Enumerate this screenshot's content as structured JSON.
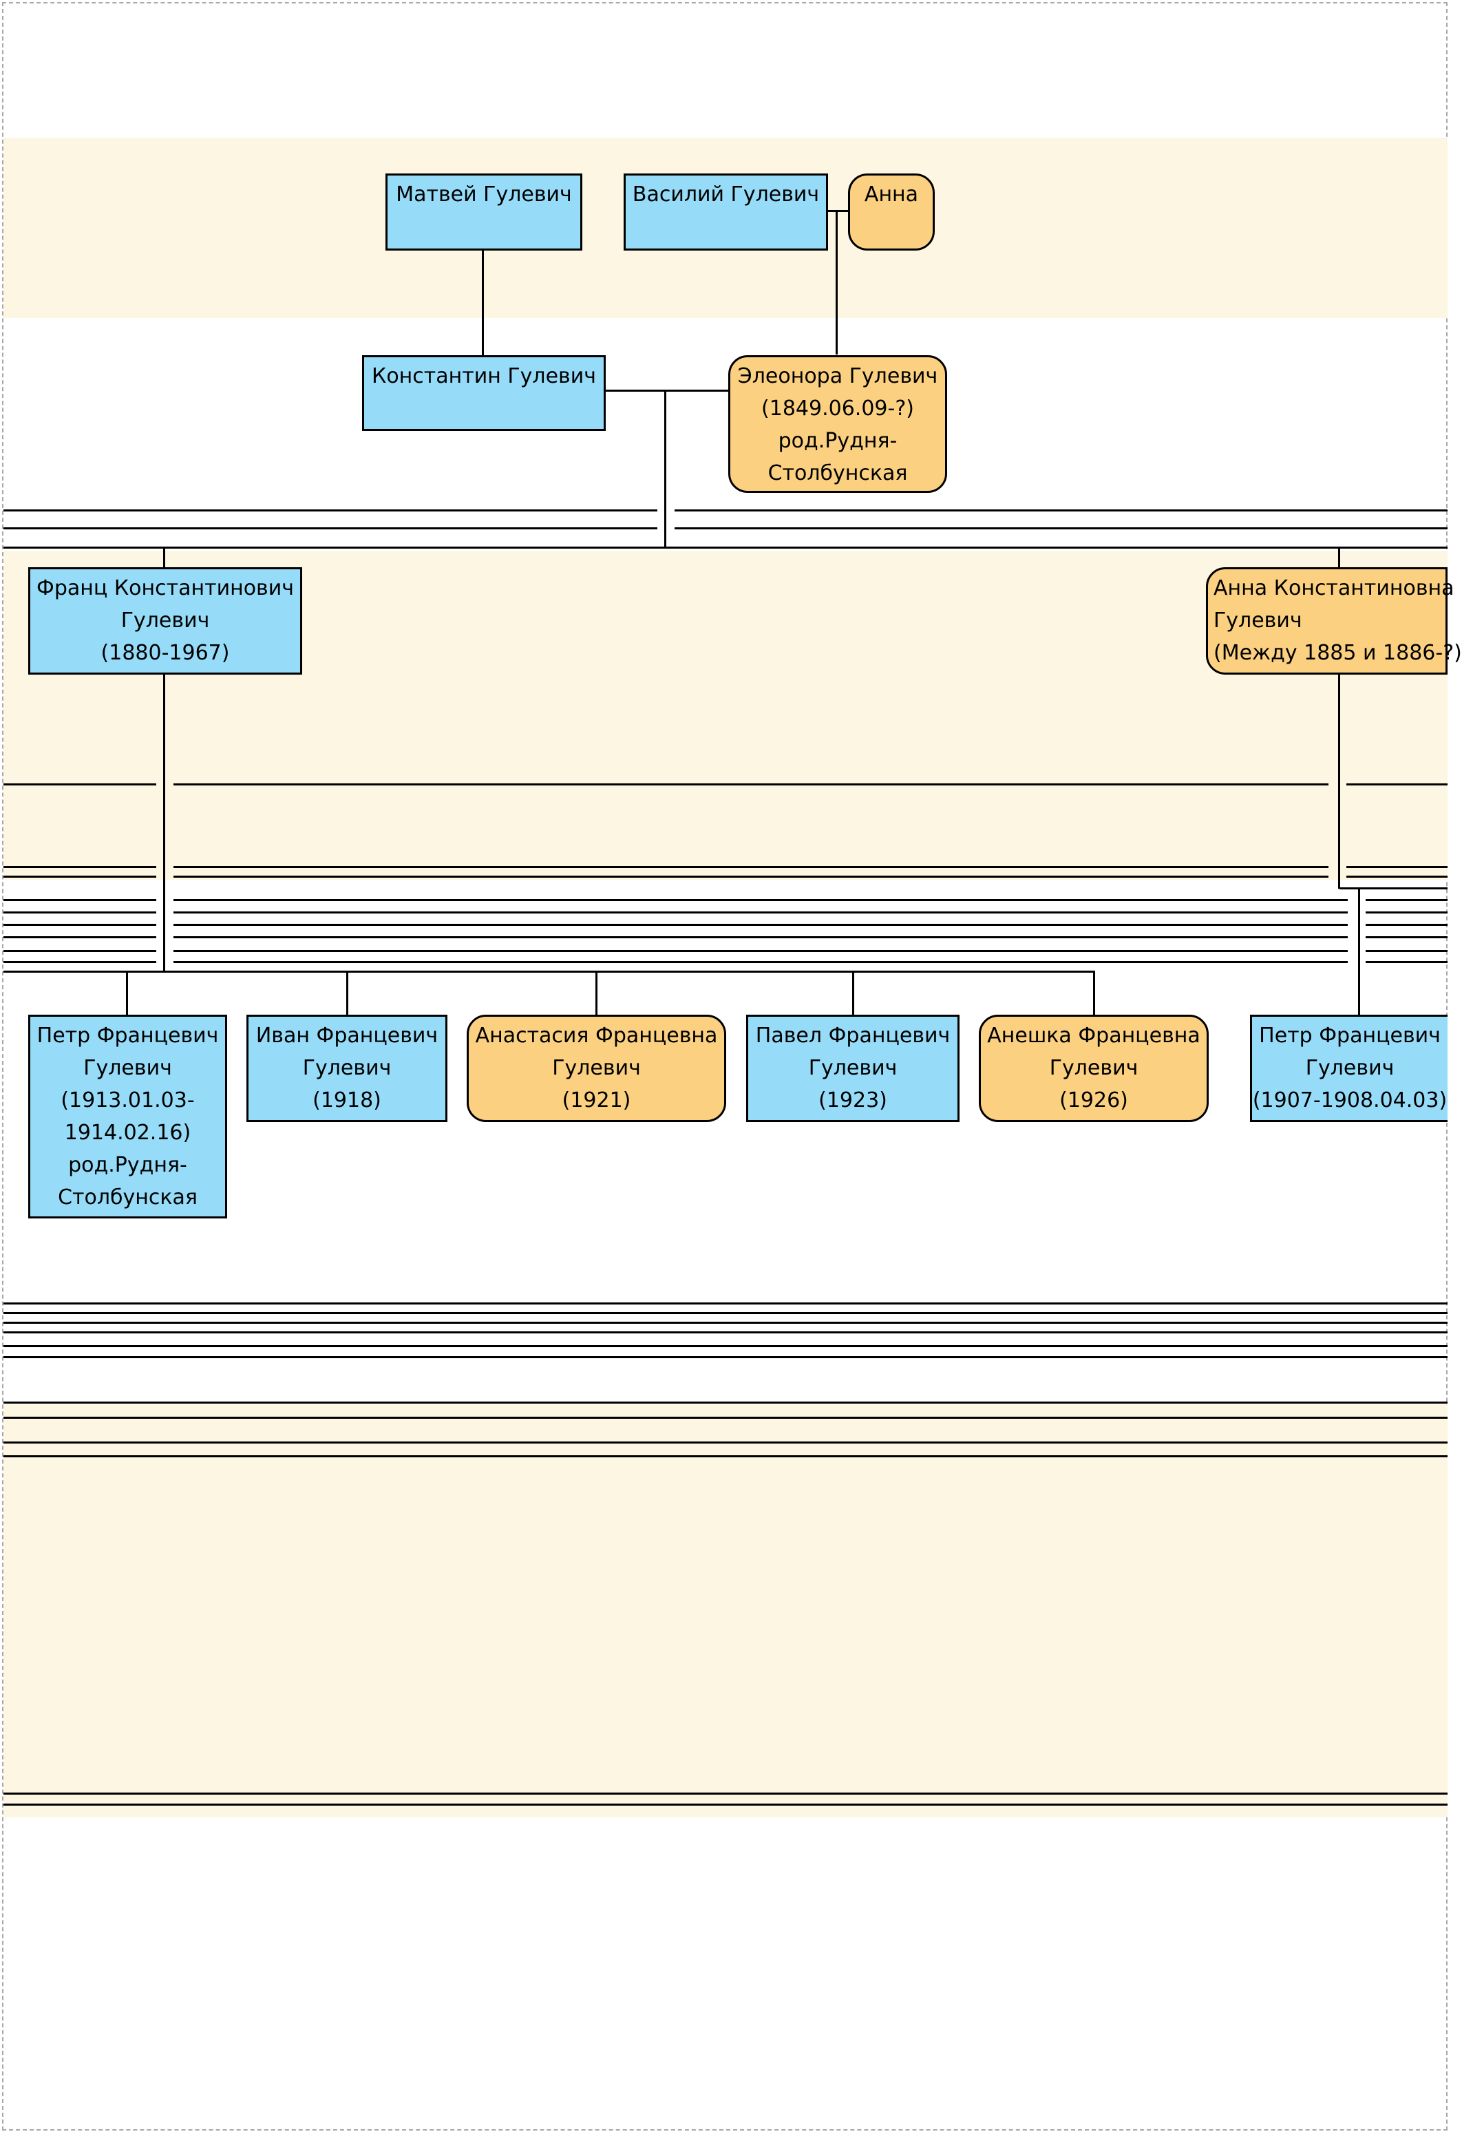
{
  "colors": {
    "male_fill": "#96dcf9",
    "female_fill": "#fbd181",
    "band_fill": "#fdf6e3",
    "line": "#000000"
  },
  "nodes": {
    "matvey": {
      "lines": [
        "Матвей Гулевич"
      ]
    },
    "vasily": {
      "lines": [
        "Василий Гулевич"
      ]
    },
    "anna": {
      "lines": [
        "Анна"
      ]
    },
    "konstantin": {
      "lines": [
        "Константин Гулевич"
      ]
    },
    "eleonora": {
      "lines": [
        "Элеонора Гулевич",
        "(1849.06.09-?)",
        "род.Рудня-",
        "Столбунская"
      ]
    },
    "frants": {
      "lines": [
        "Франц Константинович",
        "Гулевич",
        "(1880-1967)"
      ]
    },
    "anna_k": {
      "lines": [
        "Анна Константиновна",
        "Гулевич",
        "(Между 1885 и 1886-?)"
      ]
    },
    "petr_f": {
      "lines": [
        "Петр Францевич",
        "Гулевич",
        "(1913.01.03-",
        "1914.02.16)",
        "род.Рудня-",
        "Столбунская"
      ]
    },
    "ivan_f": {
      "lines": [
        "Иван Францевич",
        "Гулевич",
        "(1918)"
      ]
    },
    "anastasia_f": {
      "lines": [
        "Анастасия Францевна",
        "Гулевич",
        "(1921)"
      ]
    },
    "pavel_f": {
      "lines": [
        "Павел Францевич",
        "Гулевич",
        "(1923)"
      ]
    },
    "aneshka_f": {
      "lines": [
        "Анешка Францевна",
        "Гулевич",
        "(1926)"
      ]
    },
    "petr_f2": {
      "lines": [
        "Петр Францевич",
        "Гулевич",
        "(1907-1908.04.03)"
      ]
    }
  }
}
